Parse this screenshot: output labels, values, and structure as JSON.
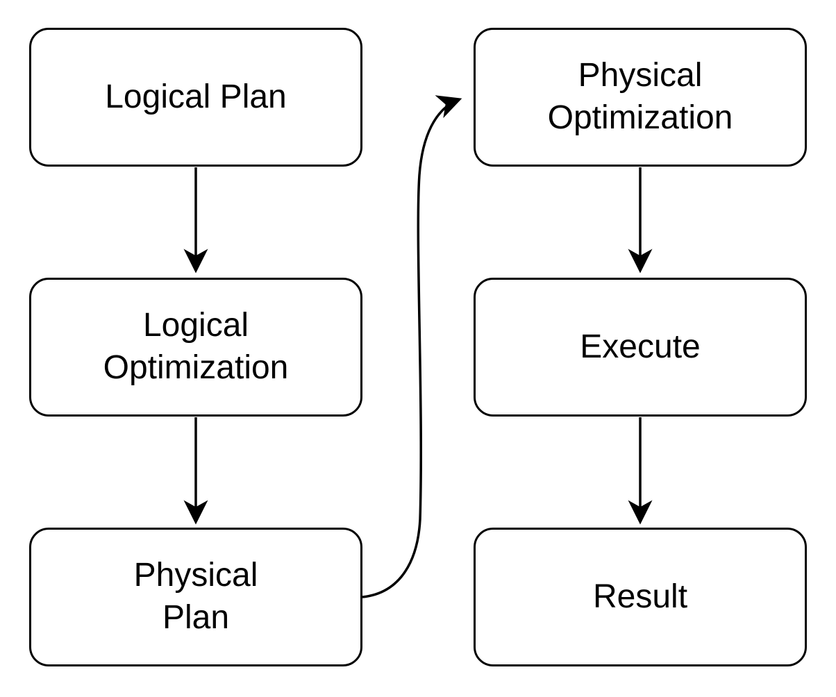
{
  "diagram": {
    "type": "flowchart",
    "colors": {
      "background": "#ffffff",
      "node_fill": "#ffffff",
      "stroke": "#000000",
      "text": "#000000"
    },
    "nodes": {
      "logical_plan": {
        "line1": "Logical Plan"
      },
      "logical_optimization": {
        "line1": "Logical",
        "line2": "Optimization"
      },
      "physical_plan": {
        "line1": "Physical",
        "line2": "Plan"
      },
      "physical_optimization": {
        "line1": "Physical",
        "line2": "Optimization"
      },
      "execute": {
        "line1": "Execute"
      },
      "result": {
        "line1": "Result"
      }
    },
    "edges": [
      {
        "from": "Logical Plan",
        "to": "Logical Optimization",
        "style": "straight-down"
      },
      {
        "from": "Logical Optimization",
        "to": "Physical Plan",
        "style": "straight-down"
      },
      {
        "from": "Physical Plan",
        "to": "Physical Optimization",
        "style": "s-curve-right-up"
      },
      {
        "from": "Physical Optimization",
        "to": "Execute",
        "style": "straight-down"
      },
      {
        "from": "Execute",
        "to": "Result",
        "style": "straight-down"
      }
    ]
  }
}
